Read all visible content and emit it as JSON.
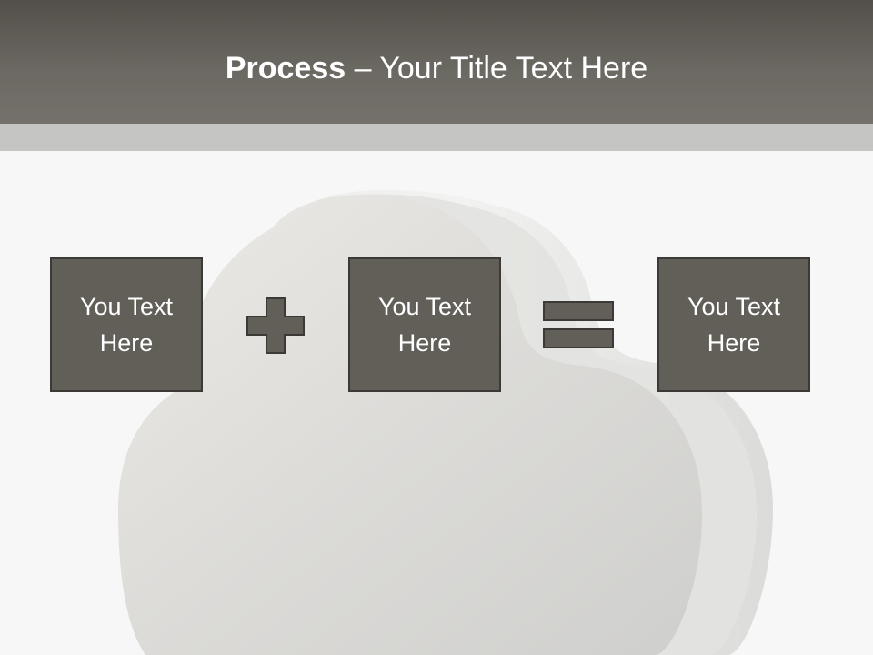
{
  "header": {
    "title_bold": "Process",
    "title_rest": " – Your Title Text Here",
    "background_color": "#6c6a63"
  },
  "boxes": [
    {
      "text": "You Text Here"
    },
    {
      "text": "You Text Here"
    },
    {
      "text": "You Text Here"
    }
  ],
  "operators": {
    "first": "plus-icon",
    "second": "equals-icon"
  },
  "colors": {
    "box_fill": "#625f59",
    "box_border": "#3b3a36",
    "stripe": "#c5c5c4",
    "page_background": "#f7f7f7"
  },
  "background_image": "cloud-icon"
}
